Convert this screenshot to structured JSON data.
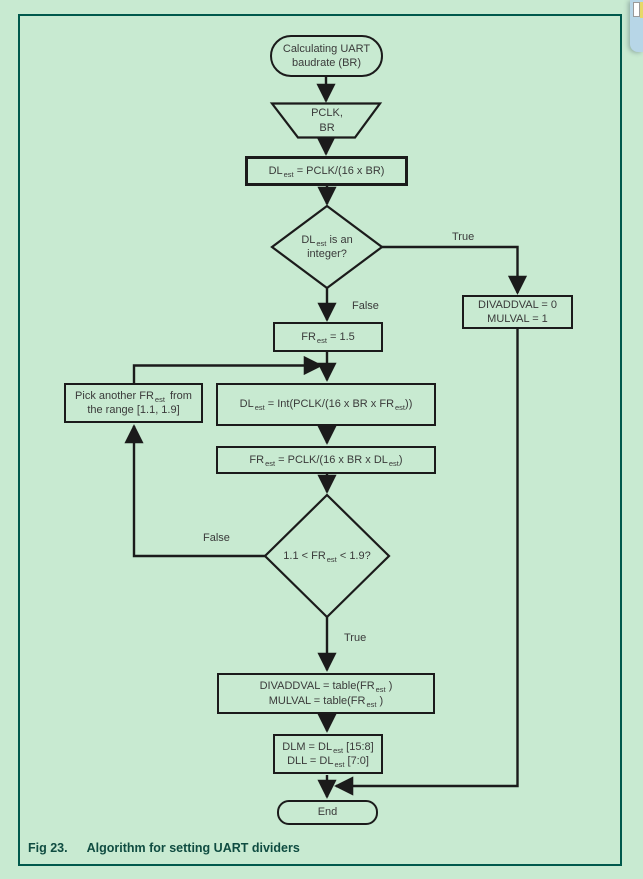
{
  "appearance": {
    "page_bg": "#c8ead1",
    "frame_border": "#00594c",
    "caption_color": "#0f4c41",
    "shape_stroke": "#1b1b1b",
    "text_color": "#3a3a3a",
    "overlay_blue": "#b7d6e7",
    "overlay_stripe_yellow": "#e6d96a"
  },
  "flowchart": {
    "start": {
      "l1": "Calculating UART",
      "l2": "baudrate (BR)"
    },
    "input": {
      "l1": "PCLK,",
      "l2": "BR"
    },
    "dl_calc": {
      "t1": "DL",
      "sub1": "est",
      "t2": " = PCLK/(16 x BR)"
    },
    "decision1": {
      "t1": "DL",
      "sub1": "est",
      "t2": " is an",
      "l2": "integer?"
    },
    "labels": {
      "true1": "True",
      "false1": "False",
      "false2": "False",
      "true2": "True"
    },
    "divaddval0": {
      "l1": "DIVADDVAL = 0",
      "l2": "MULVAL = 1"
    },
    "fr_init": {
      "t1": "FR",
      "sub1": "est",
      "t2": " = 1.5"
    },
    "pick": {
      "t1": "Pick another FR",
      "sub1": "est",
      "t2": "from",
      "l2": "the range [1.1, 1.9]"
    },
    "dl_int": {
      "t1": "DL",
      "sub1": "est",
      "t2": " = Int(PCLK/(16 x BR x FR",
      "sub2": "est",
      "t3": "))"
    },
    "fr_calc": {
      "t1": "FR",
      "sub1": "est",
      "t2": " = PCLK/(16 x BR x DL",
      "sub2": "est",
      "t3": ")"
    },
    "decision2": {
      "t1": "1.1 < FR",
      "sub1": "est",
      "t2": " < 1.9?"
    },
    "table_box": {
      "a1": "DIVADDVAL = table(FR",
      "asub": "est",
      "a2": " )",
      "b1": "MULVAL = table(FR",
      "bsub": "est",
      "b2": " )"
    },
    "dlm_box": {
      "a1": "DLM = DL",
      "asub": "est",
      "a2": " [15:8]",
      "b1": "DLL = DL",
      "bsub": "est",
      "b2": " [7:0]"
    },
    "end": "End"
  },
  "caption": {
    "fig": "Fig 23.",
    "title": "Algorithm for setting UART dividers"
  }
}
